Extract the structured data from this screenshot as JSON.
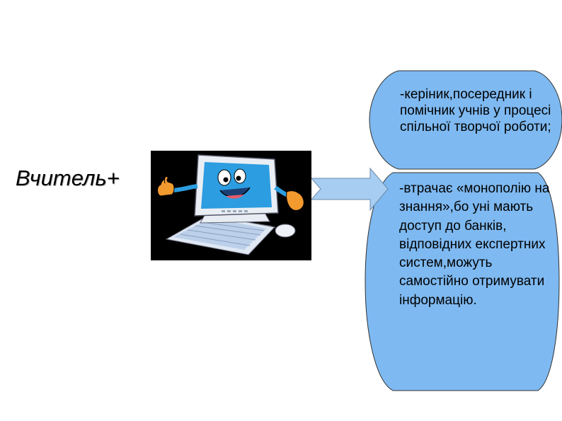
{
  "slide": {
    "heading": "Вчитель+",
    "roles": {
      "first": "-керіник,посередник і помічник учнів у процесі спільної творчої роботи;",
      "second": "-втрачає «монополію на знання»,бо уні мають доступ до банків, відповідних експертних систем,можуть самостійно отримувати інформацію."
    }
  },
  "colors": {
    "bubble_fill": "#7EB9F1",
    "arrow_fill": "#A7CDF2",
    "picture_bg": "#000000",
    "monitor_screen": "#2C9DE0",
    "hands": "#F29A2E"
  },
  "icons": [
    "computer-mascot-icon",
    "arrow-right-icon"
  ]
}
